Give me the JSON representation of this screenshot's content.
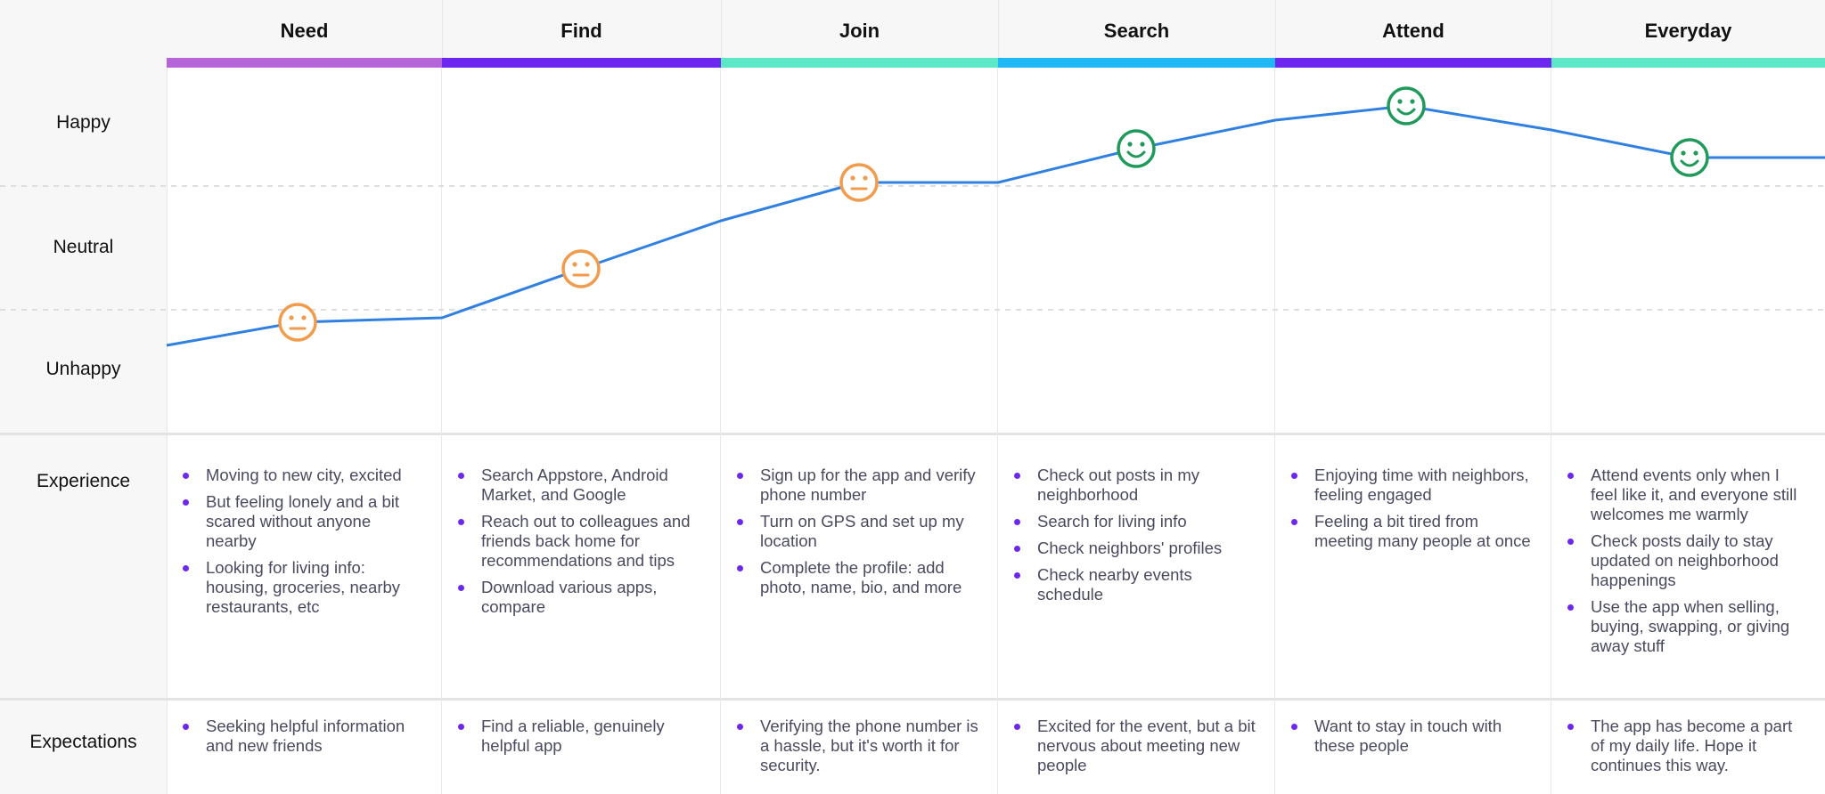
{
  "row_labels": {
    "happy": "Happy",
    "neutral": "Neutral",
    "unhappy": "Unhappy",
    "experience": "Experience",
    "expectations": "Expectations"
  },
  "stages": [
    {
      "name": "Need",
      "color": "#b565d9",
      "mood": "unhappy",
      "experience": [
        "Moving to new city, excited",
        "But feeling lonely and a bit scared without anyone nearby",
        "Looking for living info: housing, groceries, nearby restaurants, etc"
      ],
      "expectations": [
        "Seeking helpful information and new friends"
      ]
    },
    {
      "name": "Find",
      "color": "#6d28f0",
      "mood": "neutral",
      "experience": [
        "Search Appstore, Android Market, and Google",
        "Reach out to colleagues and friends back home for recommendations and tips",
        "Download various apps, compare"
      ],
      "expectations": [
        "Find a reliable, genuinely helpful app"
      ]
    },
    {
      "name": "Join",
      "color": "#5ce8c6",
      "mood": "neutral",
      "experience": [
        "Sign up for the app and verify phone number",
        "Turn on GPS and set up my location",
        "Complete the profile: add photo, name, bio, and more"
      ],
      "expectations": [
        "Verifying the phone number is a hassle, but it's worth it for security."
      ]
    },
    {
      "name": "Search",
      "color": "#1fb8f5",
      "mood": "happy",
      "experience": [
        "Check out posts in my neighborhood",
        "Search for living info",
        "Check neighbors' profiles",
        "Check nearby events schedule"
      ],
      "expectations": [
        "Excited for the event, but a bit nervous about meeting new people"
      ]
    },
    {
      "name": "Attend",
      "color": "#6d28f0",
      "mood": "happy",
      "experience": [
        "Enjoying time with neighbors, feeling engaged",
        "Feeling a bit tired from meeting many people at once"
      ],
      "expectations": [
        "Want to stay in touch with these people"
      ]
    },
    {
      "name": "Everyday",
      "color": "#5ce8c6",
      "mood": "happy",
      "experience": [
        "Attend events only when I feel like it, and everyone still welcomes me warmly",
        "Check posts daily to stay updated on neighborhood happenings",
        "Use the app when selling, buying, swapping, or giving away stuff"
      ],
      "expectations": [
        "The app has become a part of my daily life. Hope it continues this way."
      ]
    }
  ],
  "colors": {
    "journey_line": "#2f80e0",
    "happy_face": "#1f9a5a",
    "neutral_face": "#f29b4b",
    "bullet": "#6d28f0"
  }
}
